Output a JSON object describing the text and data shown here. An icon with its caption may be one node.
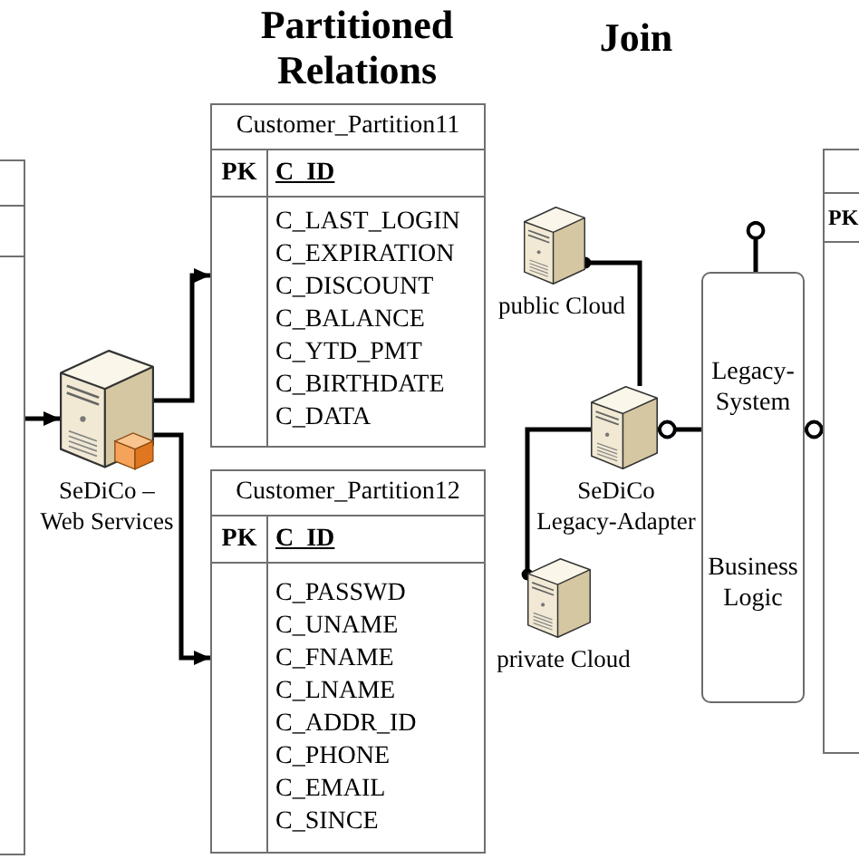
{
  "diagram": {
    "nodes": [
      {
        "text": [],
        "shape": "table"
      },
      {
        "text": [],
        "shape": "server",
        "beside": [
          "SeDiCo – Web Services"
        ]
      },
      {
        "text": [
          "Customer_Partition11",
          "PK",
          "C_ID",
          "C_LAST_LOGIN",
          "C_EXPIRATION",
          "C_DISCOUNT",
          "C_BALANCE",
          "C_YTD_PMT",
          "C_BIRTHDATE",
          "C_DATA"
        ]
      },
      {
        "text": [
          "Customer_Partition12",
          "PK",
          "C_ID",
          "C_PASSWD",
          "C_UNAME",
          "C_FNAME",
          "C_LNAME",
          "C_ADDR_ID",
          "C_PHONE",
          "C_EMAIL",
          "C_SINCE"
        ]
      },
      {
        "text": [],
        "shape": "server",
        "beside": [
          "public Cloud"
        ]
      },
      {
        "text": [],
        "shape": "server",
        "beside": [
          "SeDiCo Legacy-Adapter"
        ]
      },
      {
        "text": [],
        "shape": "server",
        "beside": [
          "private Cloud"
        ]
      },
      {
        "text": [
          "Legacy-System",
          "Business Logic"
        ]
      },
      {
        "text": [
          "PK"
        ]
      }
    ],
    "edges": [
      {
        "from": 0,
        "to": 1,
        "arrow": "to"
      },
      {
        "from": 1,
        "to": 2,
        "arrow": "to"
      },
      {
        "from": 1,
        "to": 3,
        "arrow": "to"
      },
      {
        "from": 4,
        "to": 5,
        "arrow": "other"
      },
      {
        "from": 6,
        "to": 5,
        "arrow": "other"
      },
      {
        "from": 5,
        "to": 7,
        "arrow": "other"
      },
      {
        "from": 7,
        "to": 8,
        "arrow": "other"
      },
      {
        "from": null,
        "to": 7,
        "arrow": "other"
      }
    ],
    "labels": [
      "Partitioned Relations",
      "Join"
    ]
  }
}
